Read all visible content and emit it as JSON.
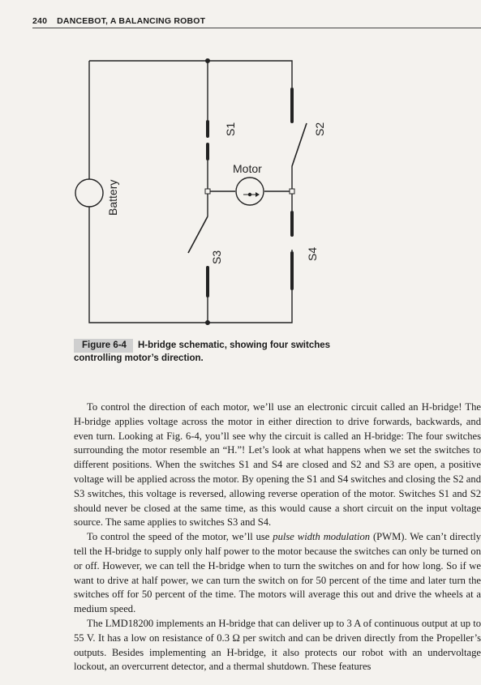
{
  "header": {
    "page_number": "240",
    "title": "DANCEBOT, A BALANCING ROBOT"
  },
  "figure": {
    "labels": {
      "battery": "Battery",
      "motor": "Motor",
      "s1": "S1",
      "s2": "S2",
      "s3": "S3",
      "s4": "S4"
    },
    "caption_label": "Figure 6-4",
    "caption_text": "H-bridge schematic, showing four switches controlling motor’s direction."
  },
  "body": {
    "p1": "To control the direction of each motor, we’ll use an electronic circuit called an H-bridge! The H-bridge applies voltage across the motor in either direction to drive forwards, backwards, and even turn. Looking at Fig. 6-4, you’ll see why the circuit is called an H-bridge: The four switches surrounding the motor resemble an “H.”! Let’s look at what happens when we set the switches to different positions. When the switches S1 and S4 are closed and S2 and S3 are open, a positive voltage will be applied across the motor. By opening the S1 and S4 switches and closing the S2 and S3 switches, this voltage is reversed, allowing reverse operation of the motor. Switches S1 and S2 should never be closed at the same time, as this would cause a short circuit on the input voltage source. The same applies to switches S3 and S4.",
    "p2_before": "To control the speed of the motor, we’ll use ",
    "p2_em": "pulse width modulation",
    "p2_after": " (PWM). We can’t directly tell the H-bridge to supply only half power to the motor because the switches can only be turned on or off. However, we can tell the H-bridge when to turn the switches on and for how long. So if we want to drive at half power, we can turn the switch on for 50 percent of the time and later turn the switches off for 50 percent of the time. The motors will average this out and drive the wheels at a medium speed.",
    "p3": "The LMD18200 implements an H-bridge that can deliver up to 3 A of continuous output at up to 55 V. It has a low on resistance of 0.3 Ω per switch and can be driven directly from the Propeller’s outputs. Besides implementing an H-bridge, it also protects our robot with an undervoltage lockout, an overcurrent detector, and a thermal shutdown. These features"
  }
}
